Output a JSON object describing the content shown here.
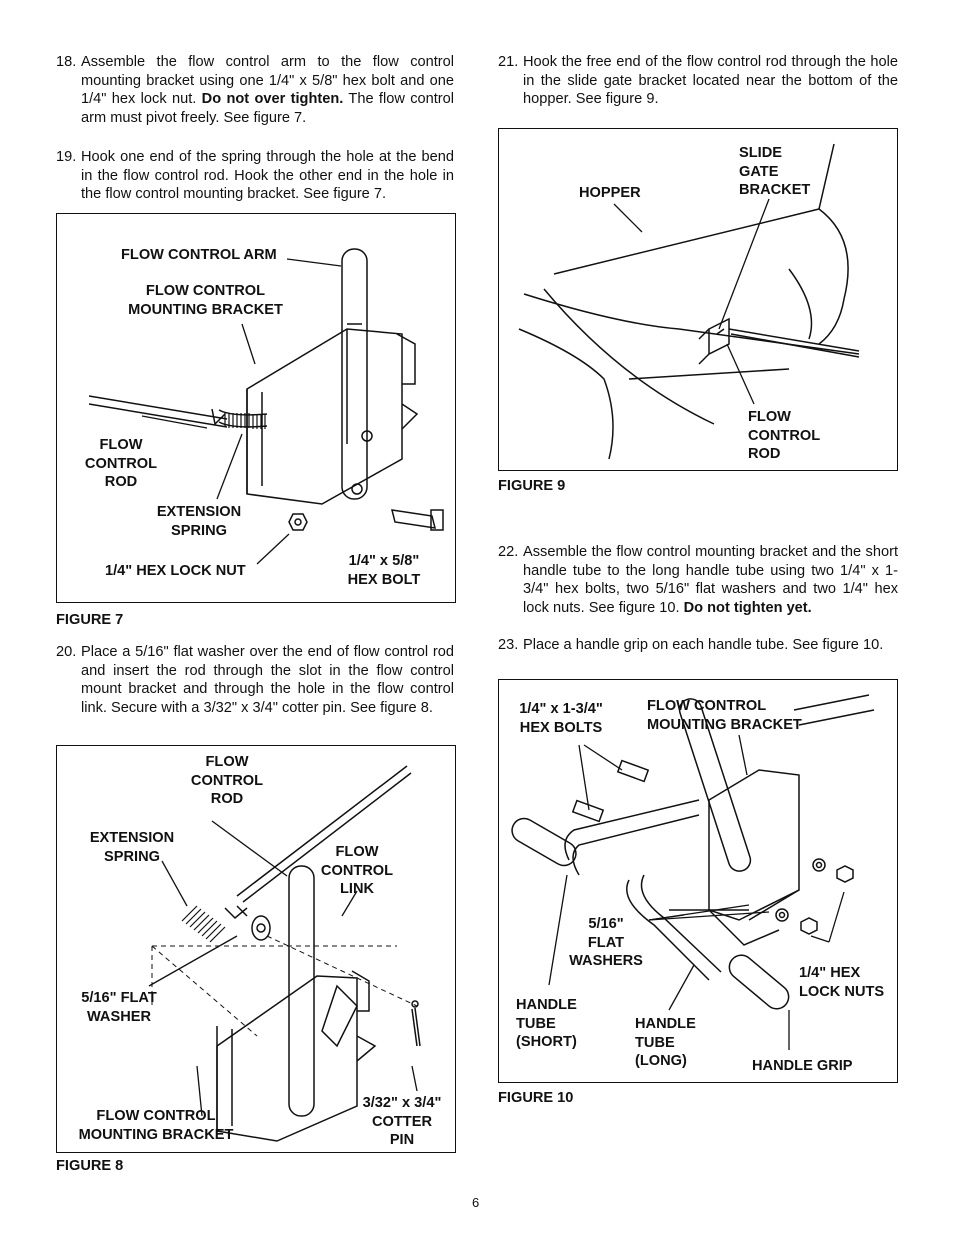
{
  "steps": {
    "s18": {
      "num": "18.",
      "pre": "Assemble the flow control arm to the flow control mounting bracket using one 1/4\" x 5/8\" hex bolt and one 1/4\" hex lock nut. ",
      "bold": "Do not over tighten.",
      "post": " The flow control arm must pivot freely. See figure 7."
    },
    "s19": {
      "num": "19.",
      "text": "Hook one end of the spring through the hole at the bend in the flow control rod. Hook the other end in the hole in the flow control mounting bracket. See figure 7."
    },
    "s20": {
      "num": "20.",
      "text": "Place a 5/16\" flat washer over the end of flow control rod and insert the rod through the slot in the flow control mount bracket and through the hole in the flow control link. Secure with a 3/32\" x 3/4\" cotter pin. See figure 8."
    },
    "s21": {
      "num": "21.",
      "text": "Hook the free end of the flow control rod through the hole in the slide gate bracket located near the bottom of the hopper.  See figure 9."
    },
    "s22": {
      "num": "22.",
      "pre": "Assemble the flow control mounting bracket and the short handle tube to the long handle tube using two 1/4\" x 1-3/4\" hex bolts, two 5/16\" flat washers and two 1/4\" hex lock nuts. See figure 10. ",
      "bold": "Do not tighten yet.",
      "post": ""
    },
    "s23": {
      "num": "23.",
      "text": "Place a handle grip on each handle tube.  See figure 10."
    }
  },
  "figure7": {
    "caption": "FIGURE 7",
    "labels": {
      "arm": "FLOW CONTROL ARM",
      "bracket": "FLOW CONTROL\nMOUNTING BRACKET",
      "rod": "FLOW\nCONTROL\nROD",
      "spring": "EXTENSION\nSPRING",
      "nut": "1/4\" HEX LOCK NUT",
      "bolt": "1/4\" x 5/8\"\nHEX BOLT"
    }
  },
  "figure8": {
    "caption": "FIGURE 8",
    "labels": {
      "rod": "FLOW\nCONTROL\nROD",
      "spring": "EXTENSION\nSPRING",
      "link": "FLOW\nCONTROL\nLINK",
      "washer": "5/16\" FLAT\nWASHER",
      "bracket": "FLOW CONTROL\nMOUNTING BRACKET",
      "pin": "3/32\" x 3/4\"\nCOTTER\nPIN"
    }
  },
  "figure9": {
    "caption": "FIGURE 9",
    "labels": {
      "hopper": "HOPPER",
      "gate": "SLIDE\nGATE\nBRACKET",
      "rod": "FLOW\nCONTROL\nROD"
    }
  },
  "figure10": {
    "caption": "FIGURE 10",
    "labels": {
      "bolts": "1/4\" x 1-3/4\"\nHEX BOLTS",
      "bracket": "FLOW CONTROL\nMOUNTING BRACKET",
      "washers": "5/16\"\nFLAT\nWASHERS",
      "nuts": "1/4\" HEX\nLOCK NUTS",
      "short": "HANDLE\nTUBE\n(SHORT)",
      "long": "HANDLE\nTUBE\n(LONG)",
      "grip": "HANDLE GRIP"
    }
  },
  "page_number": "6"
}
